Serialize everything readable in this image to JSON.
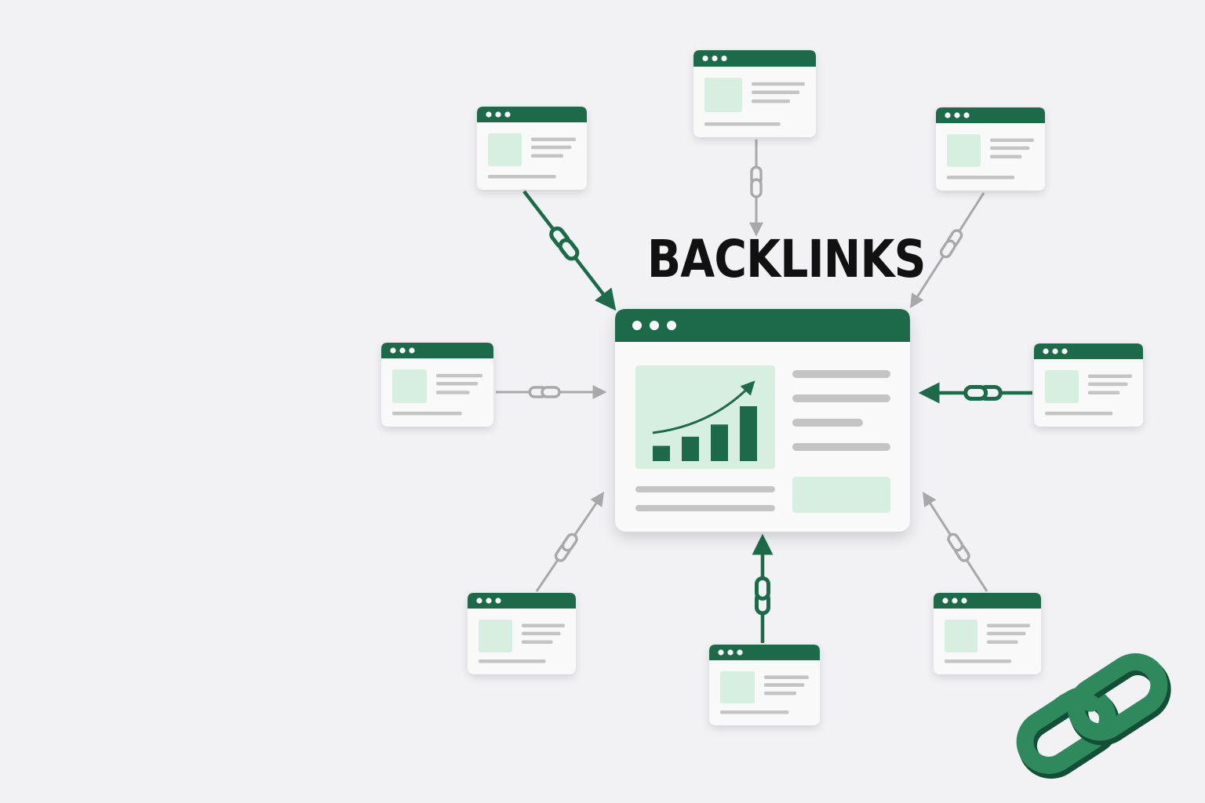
{
  "title": "BACKLINKS",
  "colors": {
    "background": "#f2f2f5",
    "brand_green": "#1b6b4a",
    "light_green": "#d6efe1",
    "gray_line": "#c4c4c4",
    "gray_chain": "#a8a8a8",
    "card_white": "#f9f9f9"
  },
  "center_page": {
    "icon": "browser-window-icon",
    "chart": {
      "type": "bar",
      "values": [
        1,
        1.6,
        2.4,
        3.6
      ],
      "trend": "up-arrow"
    }
  },
  "source_pages": [
    {
      "id": "top-left",
      "link_style": "green-chain"
    },
    {
      "id": "top",
      "link_style": "gray-chain"
    },
    {
      "id": "top-right",
      "link_style": "gray-chain"
    },
    {
      "id": "left",
      "link_style": "gray-chain"
    },
    {
      "id": "right",
      "link_style": "green-chain"
    },
    {
      "id": "bottom-left",
      "link_style": "gray-chain"
    },
    {
      "id": "bottom",
      "link_style": "green-chain"
    },
    {
      "id": "bottom-right",
      "link_style": "gray-chain"
    }
  ],
  "decoration": {
    "icon": "chain-link-icon"
  }
}
